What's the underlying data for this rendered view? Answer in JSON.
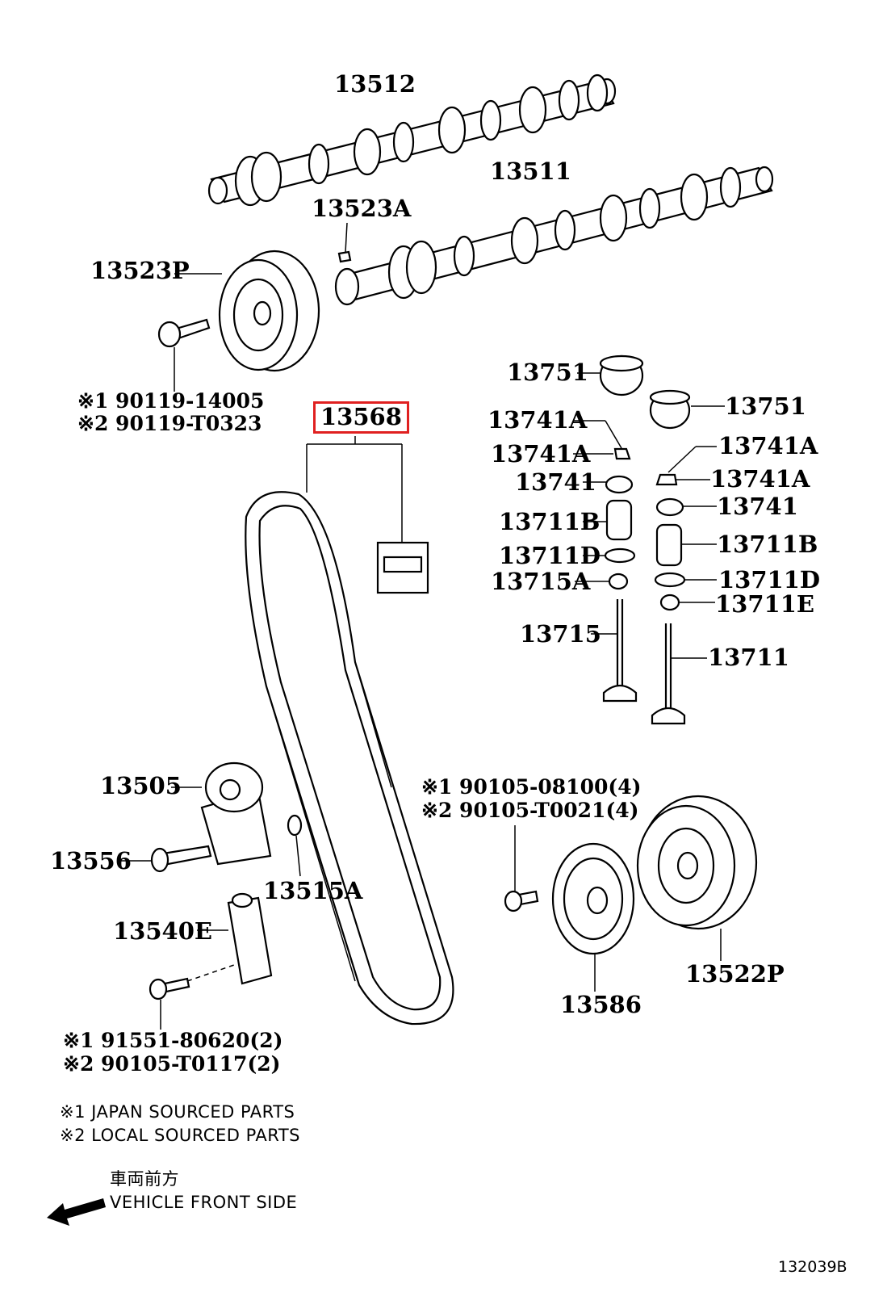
{
  "diagram": {
    "parts": {
      "camshaft_exhaust": "13512",
      "camshaft_intake": "13511",
      "knock_pin": "13523A",
      "camshaft_pulley": "13523P",
      "bolt_note_1": "※1 90119-14005",
      "bolt_note_2": "※2 90119-T0323",
      "timing_belt": "13568",
      "valve_lifter_left": "13751",
      "valve_lifter_right": "13751",
      "keeper_left_1": "13741A",
      "keeper_left_2": "13741A",
      "keeper_right_1": "13741A",
      "keeper_right_2": "13741A",
      "retainer_left": "13741",
      "retainer_right": "13741",
      "spring_left": "13711B",
      "spring_right": "13711B",
      "seat_left": "13711D",
      "seat_right": "13711D",
      "oil_seal_left": "13715A",
      "oil_seal_right": "13711E",
      "exhaust_valve": "13715",
      "intake_valve": "13711",
      "idler_pulley": "13505",
      "idler_bolt": "13556",
      "washer": "13515A",
      "tensioner": "13540E",
      "bolt_note_3": "※1 91551-80620(2)",
      "bolt_note_4": "※2 90105-T0117(2)",
      "pulley_bolt_note_1": "※1 90105-08100(4)",
      "pulley_bolt_note_2": "※2 90105-T0021(4)",
      "crank_pulley": "13586",
      "crankshaft_timing_pulley": "13522P"
    },
    "legend_1": "※1 JAPAN SOURCED PARTS",
    "legend_2": "※2 LOCAL SOURCED PARTS",
    "direction_jp": "車両前方",
    "direction_en": "VEHICLE FRONT SIDE",
    "figure_id": "132039B",
    "highlight_color": "#e02020"
  }
}
